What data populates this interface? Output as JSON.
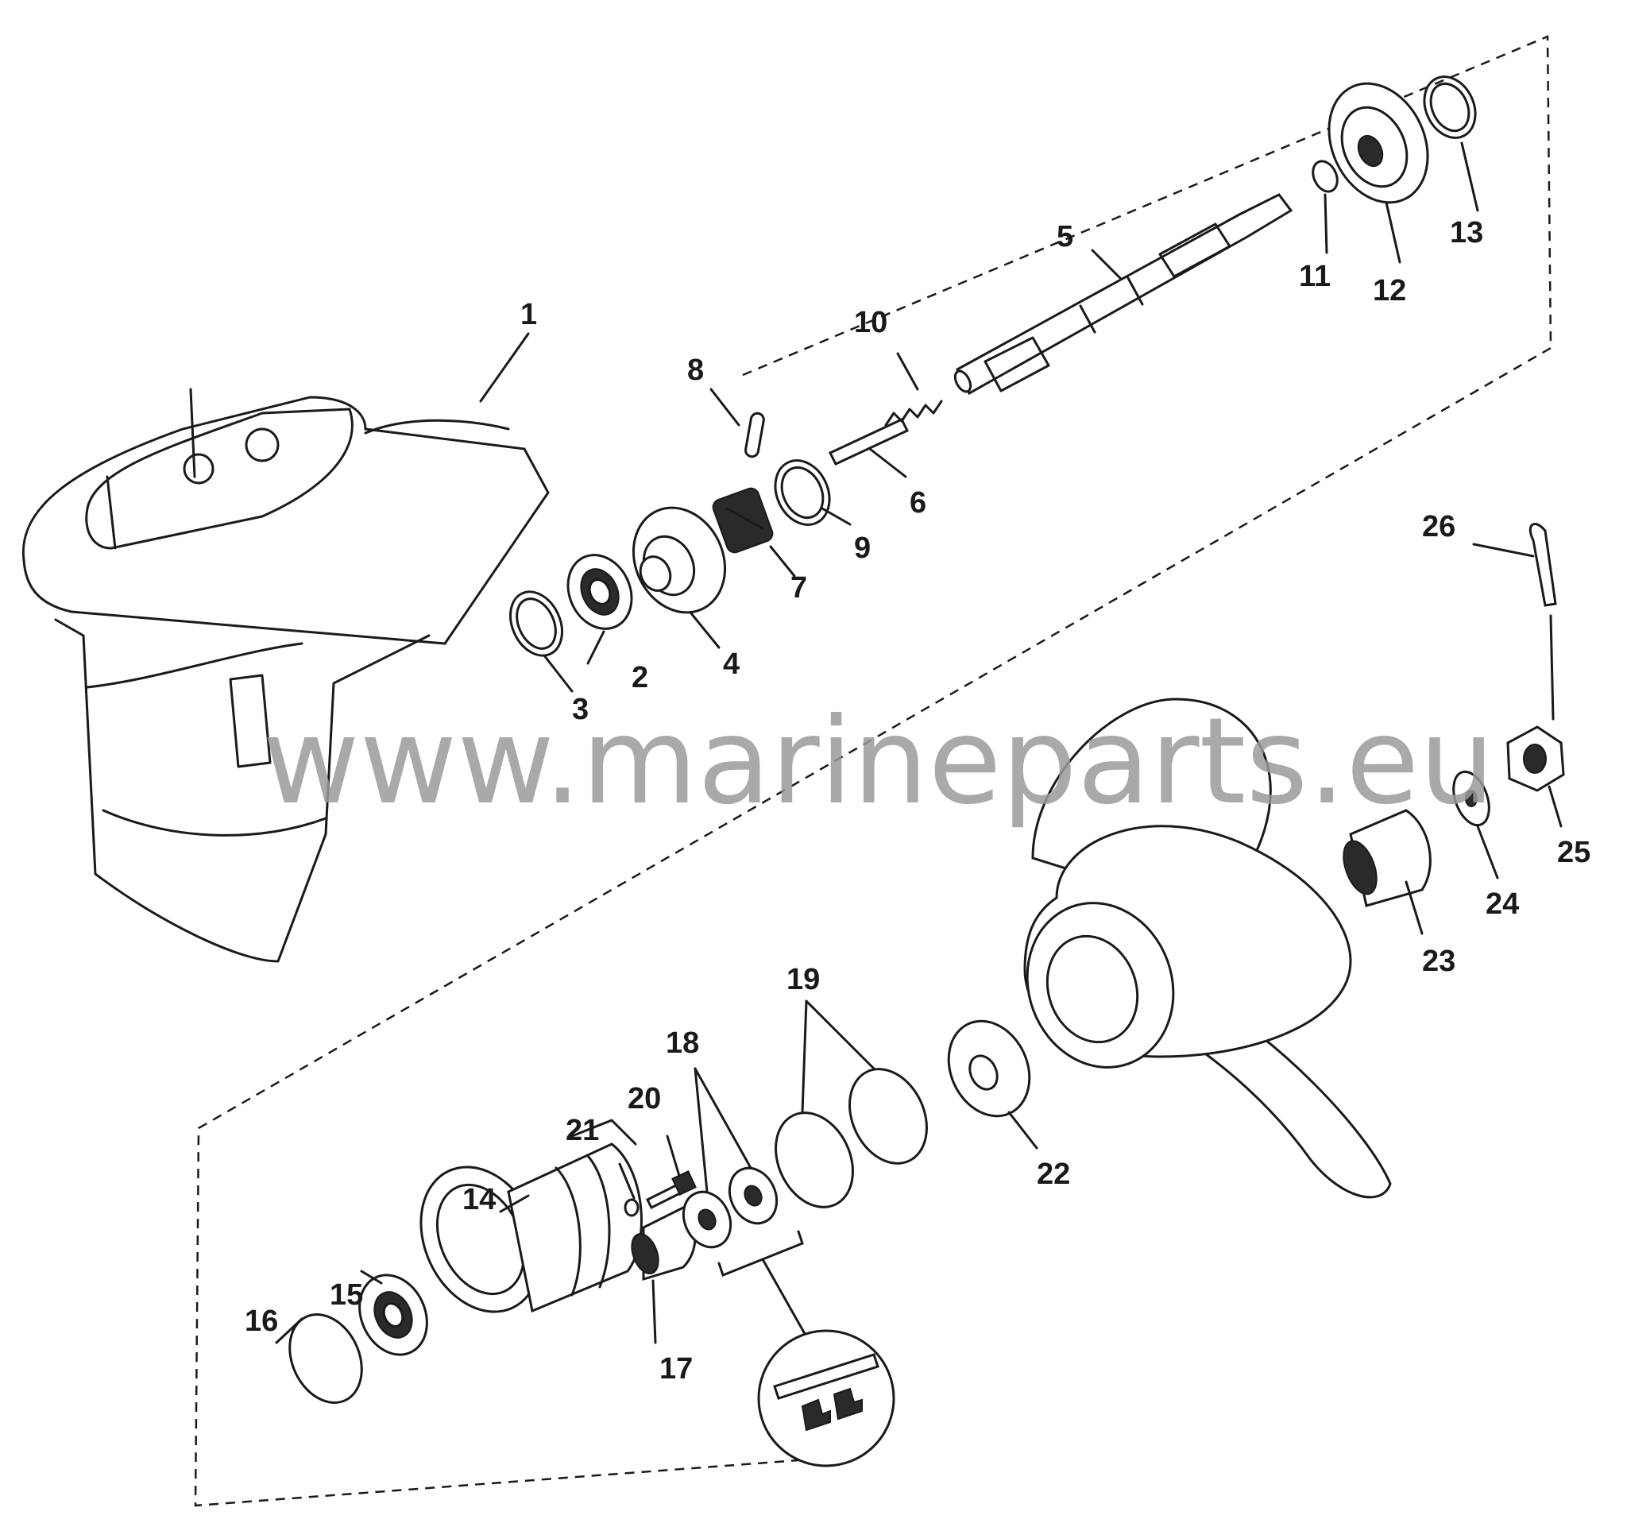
{
  "watermark": "www.marineparts.eu",
  "callouts": [
    "1",
    "2",
    "3",
    "4",
    "5",
    "6",
    "7",
    "8",
    "9",
    "10",
    "11",
    "12",
    "13",
    "14",
    "15",
    "16",
    "17",
    "18",
    "19",
    "20",
    "21",
    "22",
    "23",
    "24",
    "25",
    "26"
  ]
}
